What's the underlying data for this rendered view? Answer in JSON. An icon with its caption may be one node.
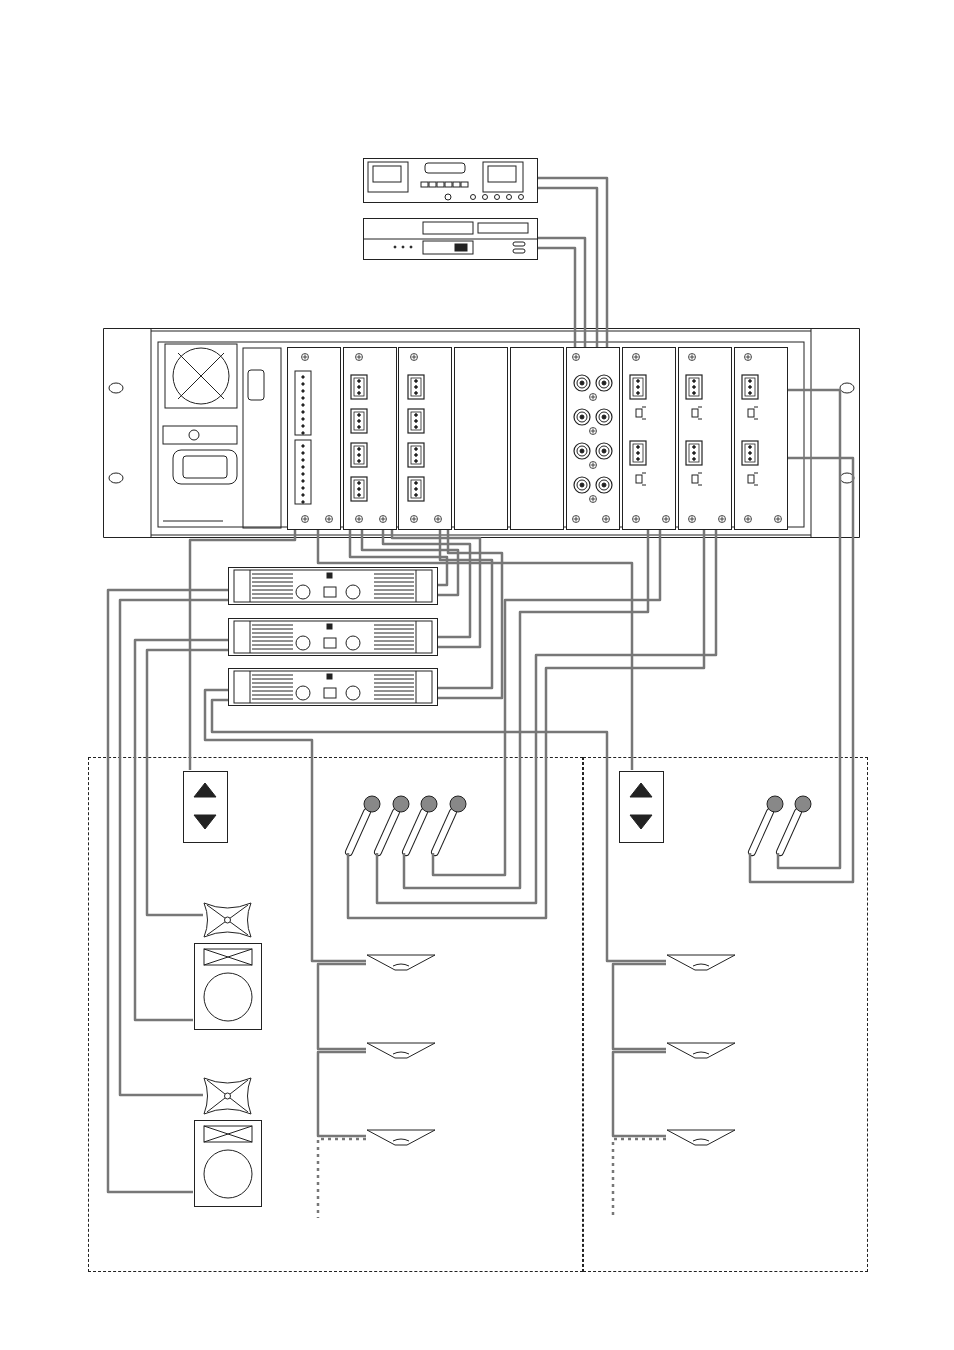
{
  "diagram": {
    "nodes": [
      {
        "text": [],
        "shape": "picture"
      },
      {
        "text": [],
        "shape": "picture"
      },
      {
        "text": [],
        "shape": "picture"
      },
      {
        "text": [],
        "shape": "picture",
        "in": 2
      },
      {
        "text": [],
        "shape": "picture",
        "in": 2
      },
      {
        "text": [],
        "shape": "picture",
        "in": 2
      },
      {
        "text": [],
        "shape": "box",
        "in": 2
      },
      {
        "text": [],
        "shape": "box",
        "in": 2
      },
      {
        "text": [],
        "shape": "picture",
        "in": 2
      },
      {
        "text": [],
        "shape": "picture",
        "in": 2
      },
      {
        "text": [],
        "shape": "picture",
        "in": 2
      },
      {
        "text": [],
        "shape": "picture",
        "in": 2
      },
      {
        "text": [],
        "shape": "picture"
      },
      {
        "text": [],
        "shape": "picture"
      },
      {
        "text": [],
        "shape": "picture"
      },
      {
        "text": [],
        "shape": "box"
      },
      {
        "text": [],
        "shape": "box"
      },
      {
        "text": [],
        "shape": "picture",
        "in": 15
      },
      {
        "text": [],
        "shape": "picture",
        "in": 15
      },
      {
        "text": [],
        "shape": "picture",
        "in": 15
      },
      {
        "text": [],
        "shape": "picture",
        "in": 15
      },
      {
        "text": [],
        "shape": "picture",
        "in": 15
      },
      {
        "text": [],
        "shape": "picture",
        "in": 15
      },
      {
        "text": [],
        "shape": "picture",
        "in": 15
      },
      {
        "text": [],
        "shape": "picture",
        "in": 15
      },
      {
        "text": [],
        "shape": "picture",
        "in": 15
      },
      {
        "text": [],
        "shape": "picture",
        "in": 15
      },
      {
        "text": [],
        "shape": "picture",
        "in": 15
      },
      {
        "text": [],
        "shape": "picture",
        "in": 15
      },
      {
        "text": [],
        "shape": "picture",
        "in": 16
      },
      {
        "text": [],
        "shape": "picture",
        "in": 16
      },
      {
        "text": [],
        "shape": "picture",
        "in": 16
      },
      {
        "text": [],
        "shape": "picture",
        "in": 16
      },
      {
        "text": [],
        "shape": "picture",
        "in": 16
      },
      {
        "text": [],
        "shape": "picture",
        "in": 16
      }
    ],
    "edges": [
      {
        "from": 0,
        "to": 8,
        "arrow": "none"
      },
      {
        "from": 0,
        "to": 8,
        "arrow": "none"
      },
      {
        "from": 1,
        "to": 8,
        "arrow": "none"
      },
      {
        "from": 1,
        "to": 8,
        "arrow": "none"
      },
      {
        "from": 3,
        "to": 17,
        "arrow": "none"
      },
      {
        "from": 3,
        "to": 29,
        "arrow": "none"
      },
      {
        "from": 4,
        "to": 12,
        "arrow": "none"
      },
      {
        "from": 4,
        "to": 12,
        "arrow": "none"
      },
      {
        "from": 4,
        "to": 13,
        "arrow": "none"
      },
      {
        "from": 4,
        "to": 13,
        "arrow": "none"
      },
      {
        "from": 5,
        "to": 14,
        "arrow": "none"
      },
      {
        "from": 5,
        "to": 14,
        "arrow": "none"
      },
      {
        "from": 9,
        "to": 21,
        "arrow": "none"
      },
      {
        "from": 9,
        "to": 20,
        "arrow": "none"
      },
      {
        "from": 10,
        "to": 19,
        "arrow": "none"
      },
      {
        "from": 10,
        "to": 18,
        "arrow": "none"
      },
      {
        "from": 11,
        "to": 31,
        "arrow": "none"
      },
      {
        "from": 11,
        "to": 30,
        "arrow": "none"
      },
      {
        "from": 12,
        "to": 25,
        "arrow": "none"
      },
      {
        "from": 12,
        "to": 24,
        "arrow": "none"
      },
      {
        "from": 13,
        "to": 23,
        "arrow": "none"
      },
      {
        "from": 13,
        "to": 22,
        "arrow": "none"
      },
      {
        "from": 14,
        "to": 26,
        "arrow": "none"
      },
      {
        "from": 14,
        "to": 32,
        "arrow": "none"
      },
      {
        "from": 26,
        "to": 27,
        "arrow": "none"
      },
      {
        "from": 27,
        "to": 28,
        "arrow": "none"
      },
      {
        "from": 28,
        "to": null,
        "arrow": "none",
        "style": "dashed"
      },
      {
        "from": 32,
        "to": 33,
        "arrow": "none"
      },
      {
        "from": 33,
        "to": 34,
        "arrow": "none"
      },
      {
        "from": 34,
        "to": null,
        "arrow": "none",
        "style": "dashed"
      }
    ]
  }
}
